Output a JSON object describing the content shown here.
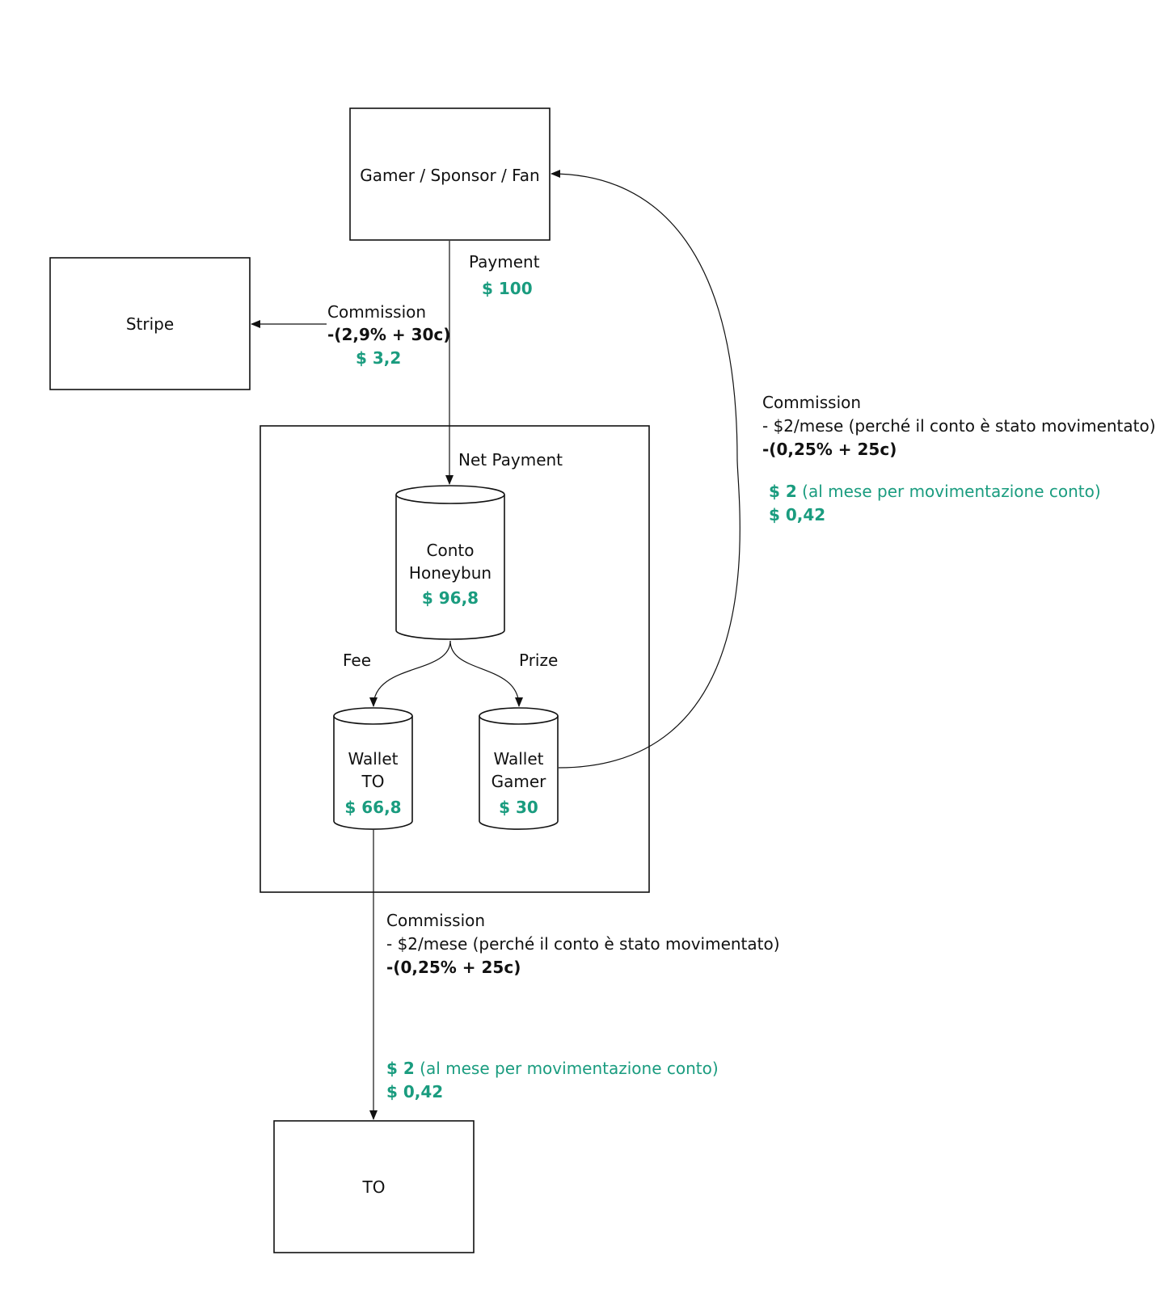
{
  "colors": {
    "money": "#1a9c7f",
    "line": "#111111"
  },
  "nodes": {
    "gamer": "Gamer / Sponsor / Fan",
    "stripe": "Stripe",
    "to": "TO",
    "conto": {
      "line1": "Conto",
      "line2": "Honeybun",
      "amount": "$ 96,8"
    },
    "wallet_to": {
      "line1": "Wallet",
      "line2": "TO",
      "amount": "$ 66,8"
    },
    "wallet_gamer": {
      "line1": "Wallet",
      "line2": "Gamer",
      "amount": "$ 30"
    }
  },
  "edges": {
    "payment": {
      "label": "Payment",
      "amount": "$ 100"
    },
    "stripe_commission": {
      "label": "Commission",
      "formula": "-(2,9% + 30c)",
      "amount": "$ 3,2"
    },
    "net_payment": {
      "label": "Net Payment"
    },
    "fee": {
      "label": "Fee"
    },
    "prize": {
      "label": "Prize"
    },
    "to_commission": {
      "label": "Commission",
      "line2": "- $2/mese (perché il conto è stato movimentato)",
      "formula": "-(0,25% + 25c)",
      "amount1_strong": "$ 2",
      "amount1_note": "(al mese per movimentazione conto)",
      "amount2": "$ 0,42"
    },
    "gamer_commission": {
      "label": "Commission",
      "line2": "- $2/mese (perché il conto è stato movimentato)",
      "formula": "-(0,25% + 25c)",
      "amount1_strong": "$ 2",
      "amount1_note": "(al mese per movimentazione conto)",
      "amount2": "$ 0,42"
    }
  }
}
